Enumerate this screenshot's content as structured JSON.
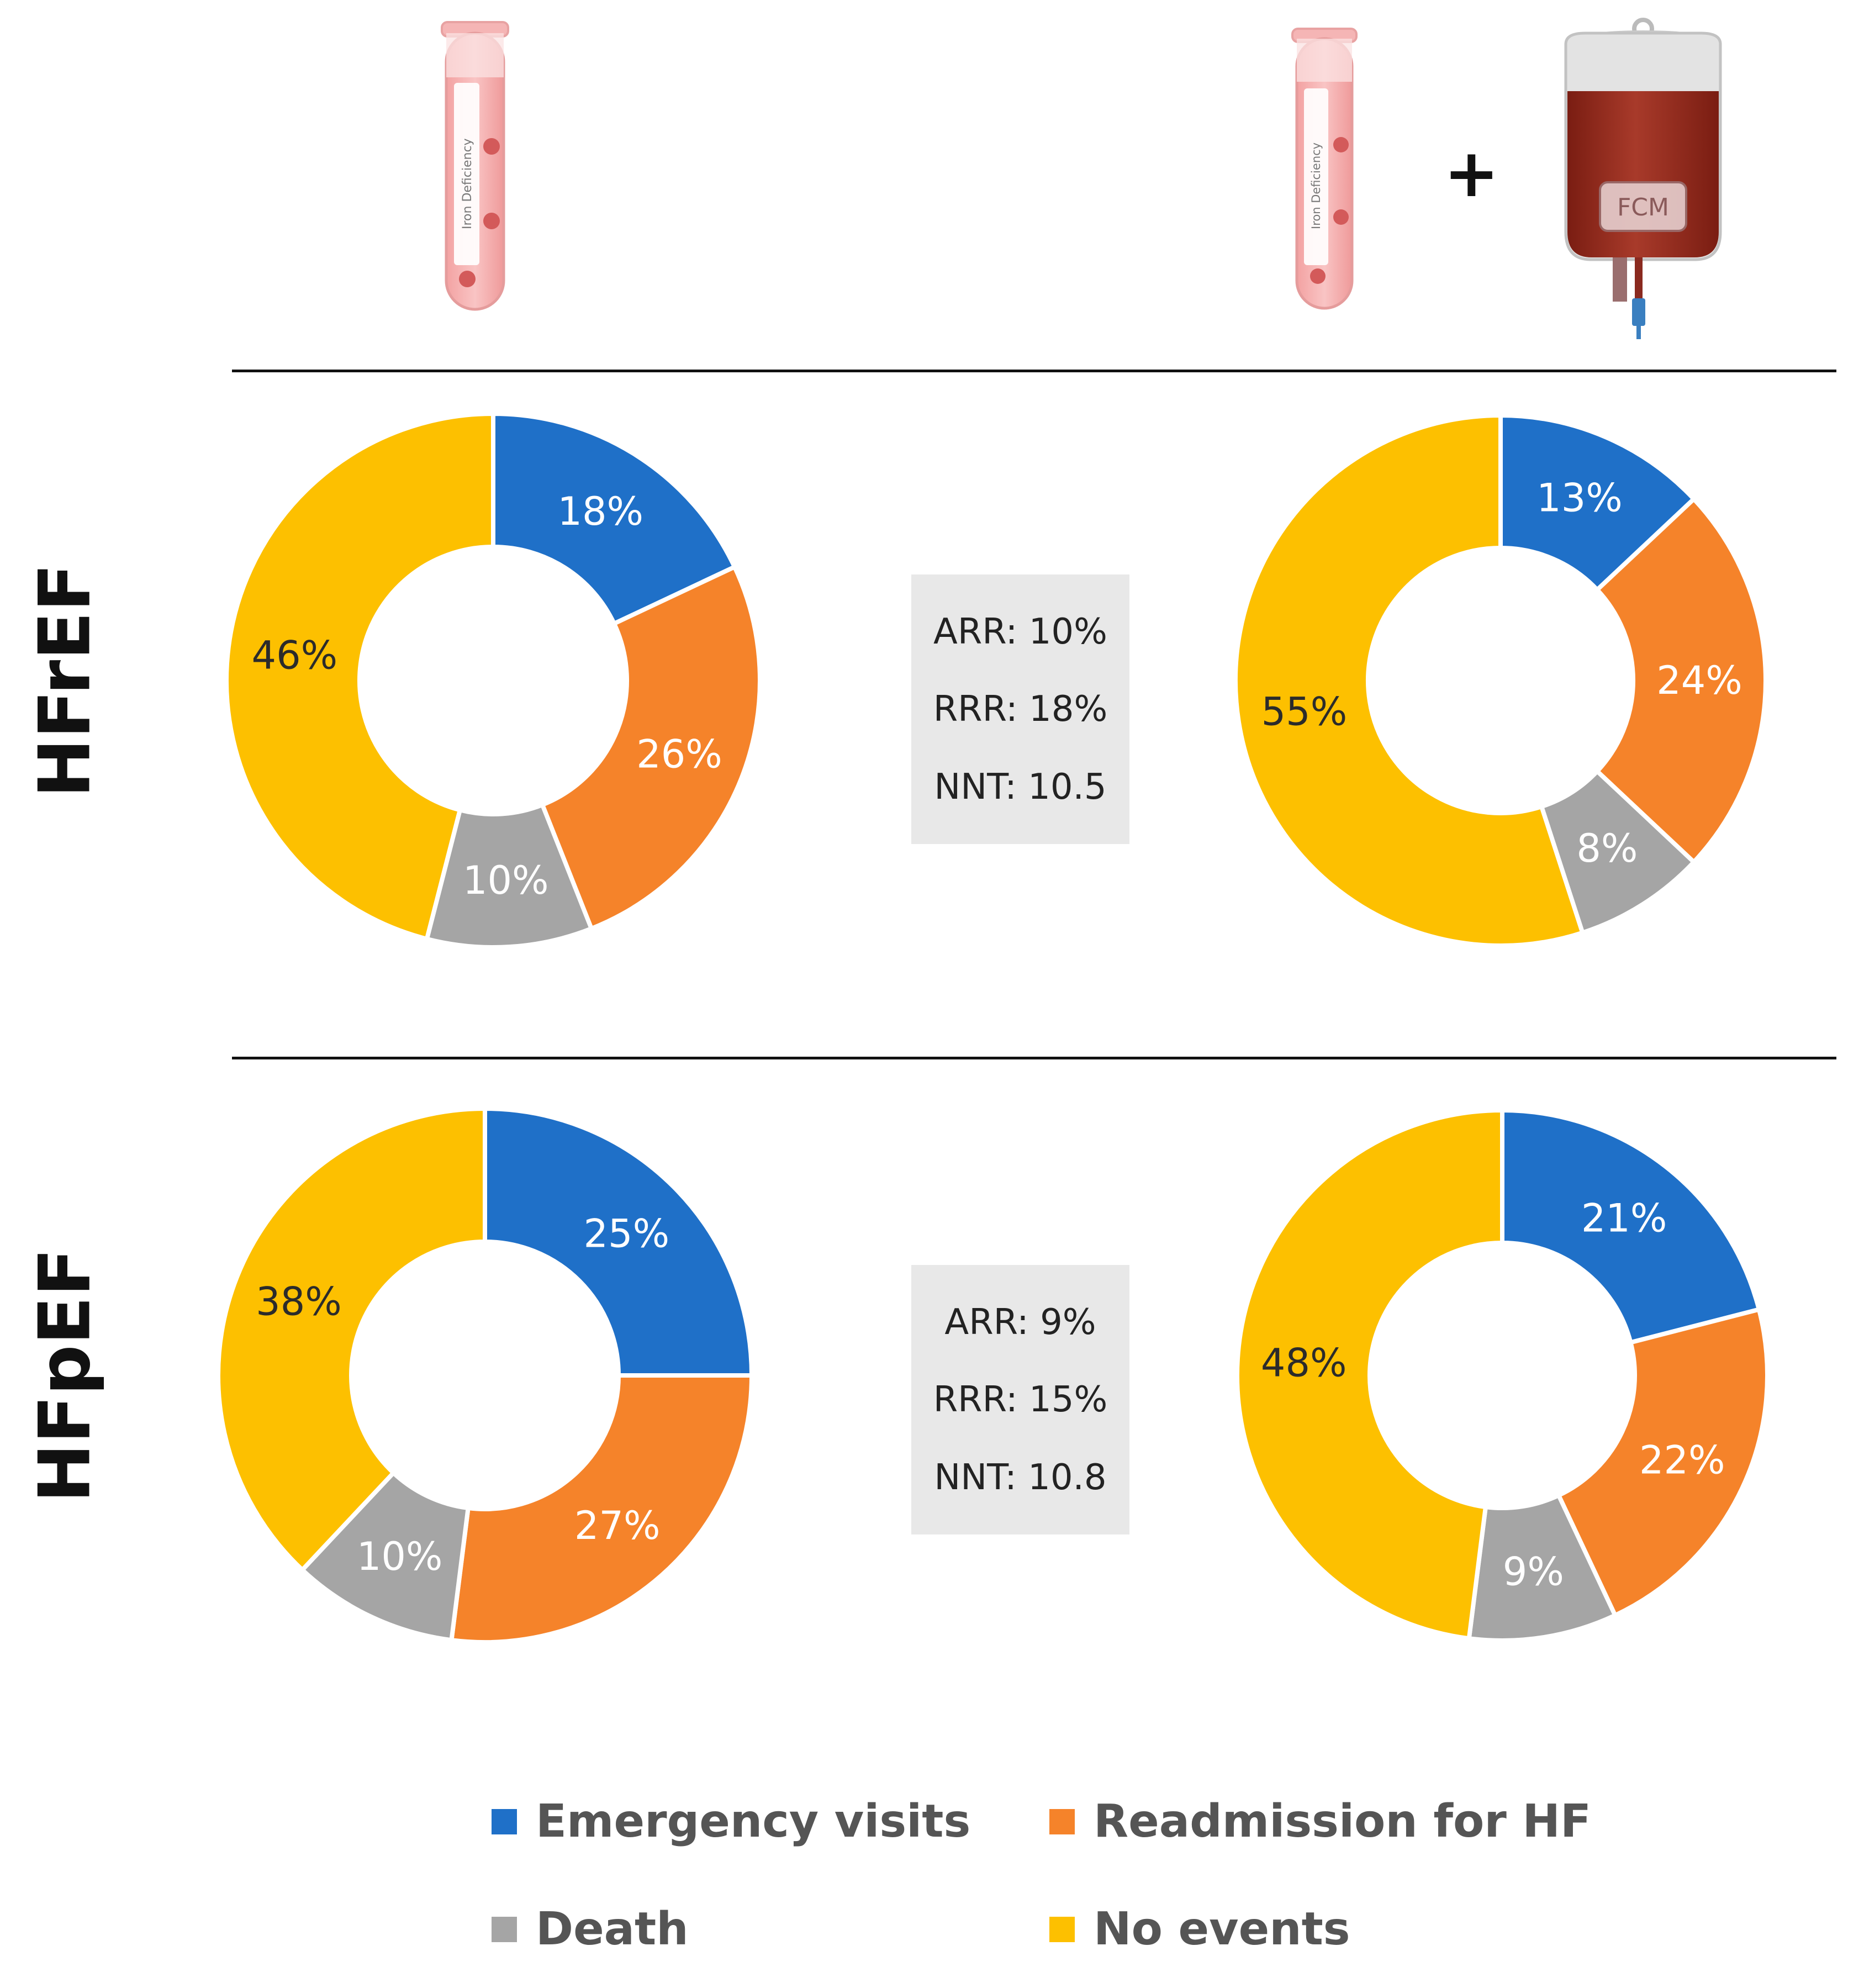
{
  "colors": {
    "emergency": "#1f70c8",
    "readmission": "#f5832a",
    "death": "#a5a5a5",
    "no_events": "#fdc000"
  },
  "row_labels": {
    "top": "HFrEF",
    "bottom": "HFpEF"
  },
  "icons": {
    "left_tube": {
      "name": "test-tube-icon",
      "text": "Iron Deficiency"
    },
    "right_tube": {
      "name": "test-tube-icon",
      "text": "Iron Deficiency"
    },
    "plus": "+",
    "iv_bag": {
      "name": "iv-bag-icon",
      "text": "FCM"
    }
  },
  "stats": {
    "hfref": {
      "arr": "ARR: 10%",
      "rrr": "RRR: 18%",
      "nnt": "NNT: 10.5"
    },
    "hfpef": {
      "arr": "ARR: 9%",
      "rrr": "RRR: 15%",
      "nnt": "NNT: 10.8"
    }
  },
  "legend": {
    "emergency": "Emergency visits",
    "readmission": "Readmission for HF",
    "death": "Death",
    "no_events": "No events"
  },
  "chart_data": [
    {
      "type": "pie",
      "group": "HFrEF - Iron Deficiency",
      "categories": [
        "Emergency visits",
        "Readmission for HF",
        "Death",
        "No events"
      ],
      "values": [
        18,
        26,
        10,
        46
      ],
      "labels": [
        "18%",
        "26%",
        "10%",
        "46%"
      ]
    },
    {
      "type": "pie",
      "group": "HFrEF - Iron Deficiency + FCM",
      "categories": [
        "Emergency visits",
        "Readmission for HF",
        "Death",
        "No events"
      ],
      "values": [
        13,
        24,
        8,
        55
      ],
      "labels": [
        "13%",
        "24%",
        "8%",
        "55%"
      ]
    },
    {
      "type": "pie",
      "group": "HFpEF - Iron Deficiency",
      "categories": [
        "Emergency visits",
        "Readmission for HF",
        "Death",
        "No events"
      ],
      "values": [
        25,
        27,
        10,
        38
      ],
      "labels": [
        "25%",
        "27%",
        "10%",
        "38%"
      ]
    },
    {
      "type": "pie",
      "group": "HFpEF - Iron Deficiency + FCM",
      "categories": [
        "Emergency visits",
        "Readmission for HF",
        "Death",
        "No events"
      ],
      "values": [
        21,
        22,
        9,
        48
      ],
      "labels": [
        "21%",
        "22%",
        "9%",
        "48%"
      ]
    }
  ]
}
